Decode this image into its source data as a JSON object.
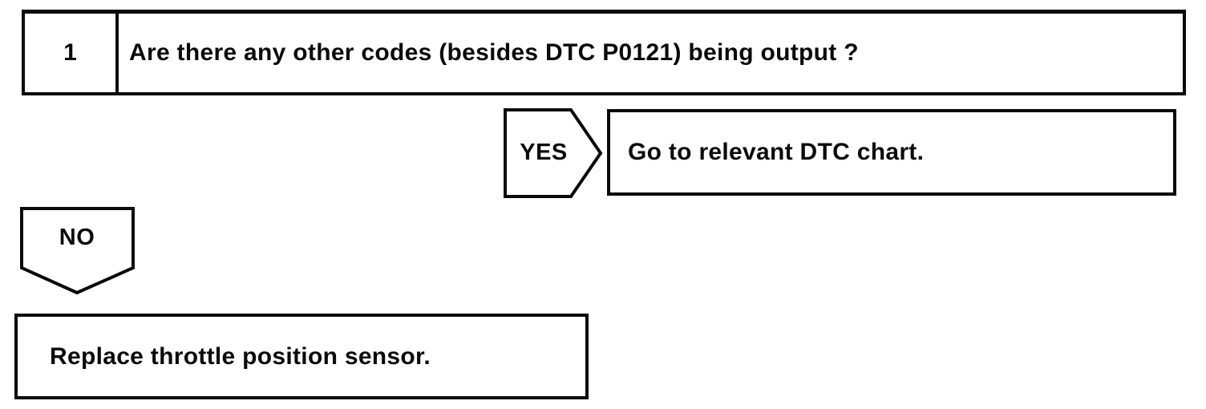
{
  "page": {
    "background_color": "#ffffff",
    "line_color": "#0a0a0a"
  },
  "flowchart": {
    "step": {
      "number": "1",
      "question": "Are there any other codes (besides DTC P0121) being output ?"
    },
    "yes_branch": {
      "label": "YES",
      "action": "Go to relevant DTC chart."
    },
    "no_branch": {
      "label": "NO",
      "action": "Replace throttle position sensor."
    }
  }
}
